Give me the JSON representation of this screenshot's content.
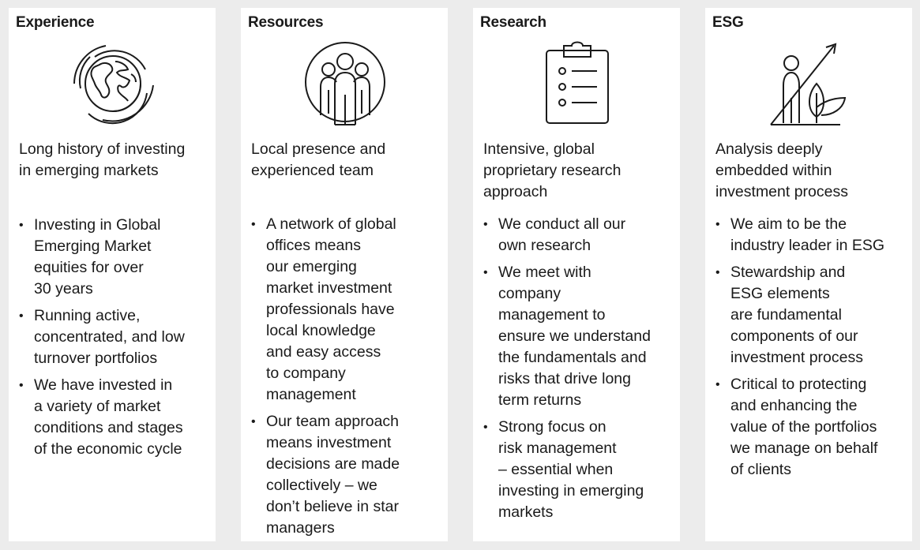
{
  "cards": [
    {
      "title": "Experience",
      "icon": "globe-icon",
      "lead": [
        "Long history of investing",
        "in emerging markets"
      ],
      "bullets": [
        [
          "Investing in Global",
          "Emerging Market",
          "equities for over",
          "30 years"
        ],
        [
          "Running active,",
          "concentrated, and low",
          "turnover portfolios"
        ],
        [
          "We have invested in",
          "a variety of market",
          "conditions and stages",
          "of the economic cycle"
        ]
      ]
    },
    {
      "title": "Resources",
      "icon": "team-icon",
      "lead": [
        "Local presence and",
        "experienced team"
      ],
      "bullets": [
        [
          "A network of global",
          "offices means",
          "our emerging",
          "market investment",
          "professionals have",
          "local knowledge",
          "and easy access",
          "to company",
          "management"
        ],
        [
          "Our team approach",
          "means investment",
          "decisions are made",
          "collectively – we",
          "don’t believe in star",
          "managers"
        ]
      ]
    },
    {
      "title": "Research",
      "icon": "clipboard-icon",
      "lead": [
        "Intensive, global",
        "proprietary research",
        "approach"
      ],
      "bullets": [
        [
          "We conduct all our",
          "own research"
        ],
        [
          "We meet with",
          "company",
          "management to",
          "ensure we understand",
          "the fundamentals and",
          "risks that drive long",
          "term returns"
        ],
        [
          "Strong focus on",
          "risk management",
          "– essential when",
          "investing in emerging",
          "markets"
        ]
      ]
    },
    {
      "title": "ESG",
      "icon": "sustainability-growth-icon",
      "lead": [
        "Analysis deeply",
        "embedded within",
        "investment process"
      ],
      "bullets": [
        [
          "We aim to be the",
          "industry leader in ESG"
        ],
        [
          "Stewardship and",
          "ESG elements",
          "are fundamental",
          "components of our",
          "investment process"
        ],
        [
          "Critical to protecting",
          "and enhancing the",
          "value of the portfolios",
          "we manage on behalf",
          "of clients"
        ]
      ]
    }
  ]
}
